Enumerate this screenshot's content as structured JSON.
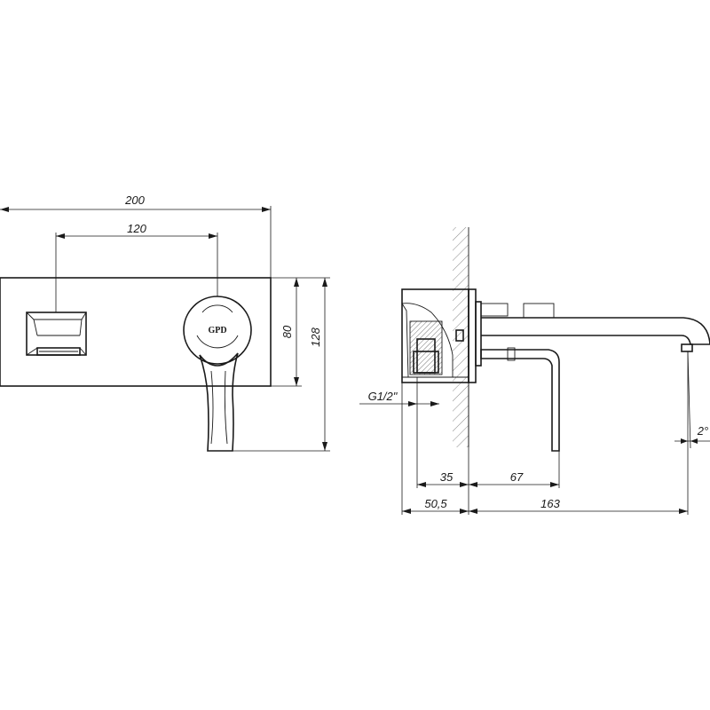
{
  "dimensions": {
    "front_overall_width": "200",
    "front_handle_spacing": "120",
    "front_plate_height": "80",
    "front_total_height": "128",
    "side_thread": "G1/2\"",
    "side_body_depth": "35",
    "side_handle_offset": "67",
    "side_rough_depth": "50,5",
    "side_spout_length": "163",
    "side_spout_angle": "2°"
  },
  "logo_text": "GPD"
}
